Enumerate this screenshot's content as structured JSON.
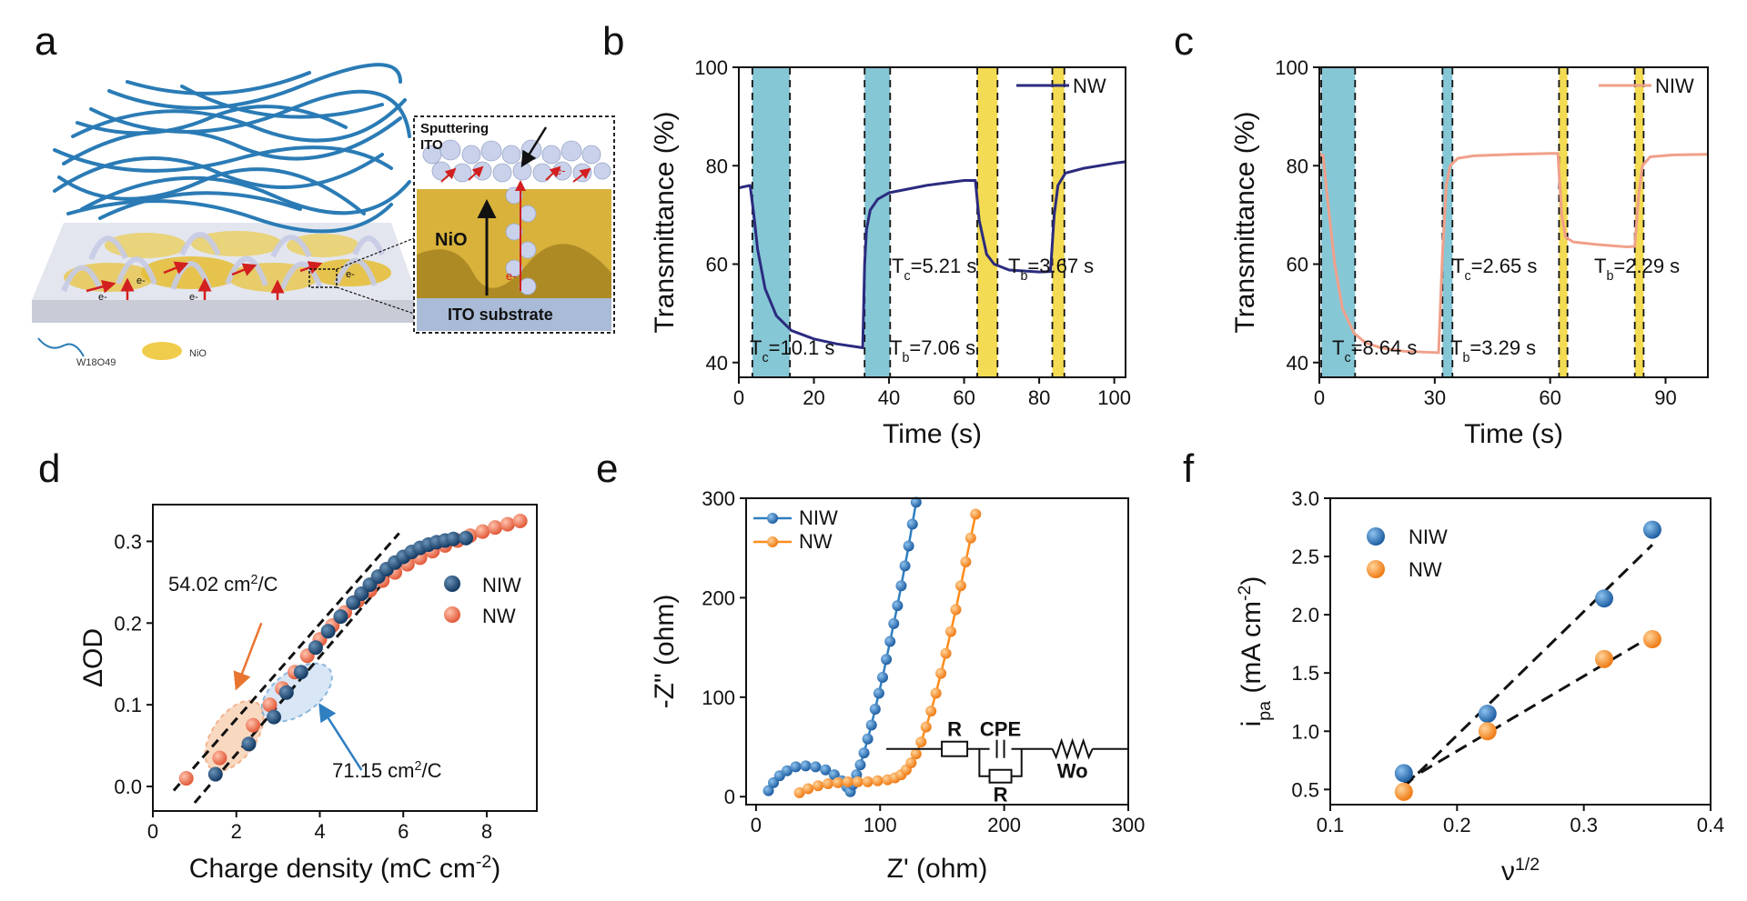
{
  "panel_letters": [
    "a",
    "b",
    "c",
    "d",
    "e",
    "f"
  ],
  "schematic": {
    "label_sputtering": "Sputtering",
    "label_ito": "ITO",
    "label_nio": "NiO",
    "label_substrate": "ITO substrate",
    "electron": "e-",
    "legend_w18o49": "W18O49",
    "legend_nio": "NiO"
  },
  "colors": {
    "nw_blue": "#2b2b7f",
    "niw_salmon": "#f0a08a",
    "cyan_band": "#7fc4d4",
    "yellow_band": "#f2d94a",
    "niw_point": "#1f4e79",
    "nw_point": "#e8694a",
    "e_niw": "#2f7fc1",
    "e_nw": "#ff8c1a"
  },
  "chart_data": [
    {
      "panel": "b",
      "type": "line",
      "xlabel": "Time (s)",
      "ylabel": "Transmittance (%)",
      "xlim": [
        0,
        103
      ],
      "ylim": [
        37,
        100
      ],
      "xticks": [
        0,
        20,
        40,
        60,
        80,
        100
      ],
      "yticks": [
        40,
        60,
        80,
        100
      ],
      "series": [
        {
          "name": "NW",
          "x": [
            0,
            3,
            4,
            5,
            7,
            10,
            14,
            20,
            26,
            33,
            33.5,
            34,
            35,
            37,
            40,
            50,
            60,
            63,
            64,
            66,
            68,
            72,
            80,
            83,
            84,
            85,
            87,
            92,
            100,
            103
          ],
          "y": [
            75.5,
            76,
            70,
            63,
            55,
            49.5,
            46.5,
            44.8,
            43.8,
            43,
            60,
            67,
            71,
            73.2,
            74.5,
            76,
            77,
            77,
            69,
            62,
            60,
            58.8,
            58.4,
            58.5,
            70,
            76,
            78.5,
            79.5,
            80.5,
            80.8
          ]
        }
      ],
      "bands": [
        {
          "color": "cyan",
          "x": [
            3.6,
            13.6
          ]
        },
        {
          "color": "cyan",
          "x": [
            33.5,
            40.3
          ]
        },
        {
          "color": "yellow",
          "x": [
            63.5,
            68.9
          ]
        },
        {
          "color": "yellow",
          "x": [
            83.5,
            86.7
          ]
        }
      ],
      "annotations": [
        "Tc=10.1 s",
        "Tb=7.06 s",
        "Tc=5.21 s",
        "Tb=3.67 s"
      ],
      "legend": "top-right"
    },
    {
      "panel": "c",
      "type": "line",
      "xlabel": "Time (s)",
      "ylabel": "Transmittance (%)",
      "xlim": [
        0,
        101
      ],
      "ylim": [
        37,
        100
      ],
      "xticks": [
        0,
        30,
        60,
        90
      ],
      "yticks": [
        40,
        60,
        80,
        100
      ],
      "series": [
        {
          "name": "NIW",
          "x": [
            0,
            1,
            2,
            4,
            6,
            9,
            12,
            16,
            22,
            31,
            32,
            33,
            34,
            36,
            40,
            50,
            60,
            62,
            63,
            64,
            66,
            72,
            80,
            82,
            83,
            84,
            86,
            92,
            101
          ],
          "y": [
            82.5,
            82,
            74,
            60,
            51,
            46,
            44,
            43,
            42.3,
            42,
            62,
            76,
            80,
            81.5,
            82,
            82.3,
            82.5,
            82.5,
            70,
            65.5,
            64.5,
            64,
            63.5,
            63.6,
            74,
            80,
            81.8,
            82.2,
            82.3
          ]
        }
      ],
      "bands": [
        {
          "color": "cyan",
          "x": [
            0.5,
            9.3
          ]
        },
        {
          "color": "cyan",
          "x": [
            32,
            34.6
          ]
        },
        {
          "color": "yellow",
          "x": [
            62.3,
            64.5
          ]
        },
        {
          "color": "yellow",
          "x": [
            82,
            84.3
          ]
        }
      ],
      "annotations": [
        "Tc=8.64 s",
        "Tb=3.29 s",
        "Tc=2.65 s",
        "Tb=2.29 s"
      ],
      "legend": "top-right"
    },
    {
      "panel": "d",
      "type": "scatter",
      "xlabel": "Charge density (mC cm-2)",
      "ylabel": "ΔOD",
      "xlim": [
        0,
        9.2
      ],
      "ylim": [
        -0.03,
        0.345
      ],
      "xticks": [
        0,
        2,
        4,
        6,
        8
      ],
      "yticks": [
        0.0,
        0.1,
        0.2,
        0.3
      ],
      "series": [
        {
          "name": "NIW",
          "x": [
            1.5,
            2.3,
            2.9,
            3.2,
            3.55,
            3.9,
            4.2,
            4.5,
            4.8,
            5.0,
            5.2,
            5.4,
            5.6,
            5.8,
            6.0,
            6.2,
            6.4,
            6.6,
            6.8,
            7.0,
            7.2,
            7.5
          ],
          "y": [
            0.015,
            0.052,
            0.085,
            0.115,
            0.14,
            0.17,
            0.19,
            0.208,
            0.225,
            0.236,
            0.247,
            0.257,
            0.266,
            0.274,
            0.281,
            0.287,
            0.292,
            0.296,
            0.299,
            0.301,
            0.303,
            0.304
          ]
        },
        {
          "name": "NW",
          "x": [
            0.8,
            1.6,
            2.4,
            2.8,
            3.1,
            3.4,
            3.7,
            4.0,
            4.3,
            4.6,
            4.9,
            5.2,
            5.5,
            5.8,
            6.1,
            6.4,
            6.7,
            7.0,
            7.3,
            7.6,
            7.9,
            8.2,
            8.5,
            8.8
          ],
          "y": [
            0.01,
            0.035,
            0.075,
            0.1,
            0.12,
            0.14,
            0.16,
            0.18,
            0.197,
            0.213,
            0.227,
            0.24,
            0.252,
            0.262,
            0.272,
            0.28,
            0.288,
            0.295,
            0.301,
            0.307,
            0.312,
            0.317,
            0.321,
            0.325
          ]
        }
      ],
      "fits": [
        {
          "x": [
            0.5,
            5.9
          ],
          "y": [
            -0.005,
            0.31
          ]
        },
        {
          "x": [
            1.0,
            6.0
          ],
          "y": [
            -0.02,
            0.278
          ]
        }
      ],
      "annotations": [
        "54.02 cm2/C",
        "71.15 cm2/C"
      ],
      "legend": "right"
    },
    {
      "panel": "e",
      "type": "line",
      "xlabel": "Z' (ohm)",
      "ylabel": "-Z\" (ohm)",
      "xlim": [
        -8,
        300
      ],
      "ylim": [
        -8,
        300
      ],
      "xticks": [
        0,
        100,
        200,
        300
      ],
      "yticks": [
        0,
        100,
        200,
        300
      ],
      "series": [
        {
          "name": "NIW",
          "x": [
            10,
            14,
            19,
            25,
            32,
            40,
            48,
            56,
            63,
            69,
            73,
            76,
            78,
            81,
            84,
            87,
            90,
            93,
            96,
            99,
            102,
            105,
            108,
            111,
            114,
            117,
            120,
            123,
            126,
            129
          ],
          "y": [
            6,
            14,
            21,
            26,
            30,
            31,
            30,
            27,
            22,
            16,
            10,
            5,
            12,
            22,
            32,
            44,
            58,
            72,
            88,
            104,
            120,
            138,
            156,
            174,
            192,
            212,
            232,
            252,
            274,
            296
          ]
        },
        {
          "name": "NW",
          "x": [
            35,
            42,
            50,
            58,
            66,
            74,
            82,
            90,
            98,
            106,
            112,
            117,
            121,
            125,
            129,
            133,
            137,
            141,
            145,
            149,
            153,
            157,
            161,
            165,
            169,
            173,
            177
          ],
          "y": [
            4,
            8,
            11,
            13,
            14,
            15,
            15,
            15,
            16,
            17,
            19,
            22,
            27,
            34,
            43,
            55,
            70,
            86,
            104,
            124,
            144,
            166,
            188,
            212,
            236,
            260,
            284
          ]
        }
      ],
      "circuit": [
        "R",
        "CPE",
        "R",
        "Wo"
      ],
      "legend": "top-left"
    },
    {
      "panel": "f",
      "type": "scatter",
      "xlabel": "ν1/2",
      "ylabel": "ipa (mA cm-2)",
      "xlim": [
        0.1,
        0.4
      ],
      "ylim": [
        0.37,
        3.0
      ],
      "xticks": [
        0.1,
        0.2,
        0.3,
        0.4
      ],
      "yticks": [
        0.5,
        1.0,
        1.5,
        2.0,
        2.5,
        3.0
      ],
      "series": [
        {
          "name": "NIW",
          "x": [
            0.158,
            0.224,
            0.316,
            0.354
          ],
          "y": [
            0.64,
            1.15,
            2.14,
            2.73
          ]
        },
        {
          "name": "NW",
          "x": [
            0.158,
            0.224,
            0.316,
            0.354
          ],
          "y": [
            0.48,
            1.0,
            1.62,
            1.79
          ]
        }
      ],
      "fits": [
        {
          "x": [
            0.158,
            0.354
          ],
          "y": [
            0.52,
            2.6
          ]
        },
        {
          "x": [
            0.158,
            0.354
          ],
          "y": [
            0.56,
            1.82
          ]
        }
      ],
      "legend": "top-left"
    }
  ]
}
